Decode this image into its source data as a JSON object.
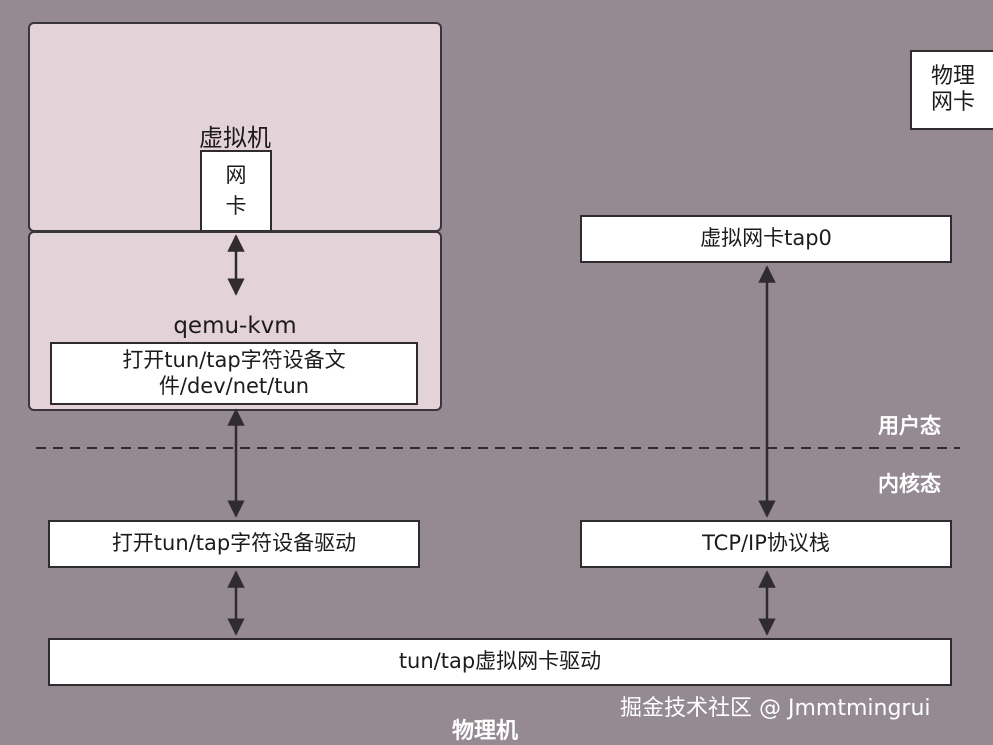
{
  "vm": {
    "title": "虚拟机",
    "nic_line1": "网",
    "nic_line2": "卡"
  },
  "qemu": {
    "title": "qemu-kvm",
    "open_file_line1": "打开tun/tap字符设备文",
    "open_file_line2": "件/dev/net/tun"
  },
  "physical_nic": {
    "line1": "物理",
    "line2": "网卡"
  },
  "tap0": "虚拟网卡tap0",
  "user_space": "用户态",
  "kernel_space": "内核态",
  "char_driver": "打开tun/tap字符设备驱动",
  "tcpip": "TCP/IP协议栈",
  "tun_driver": "tun/tap虚拟网卡驱动",
  "watermark": "掘金技术社区 @ Jmmtmingrui",
  "host": "物理机",
  "colors": {
    "background": "#958a91",
    "vm_fill": "#e3d3d9",
    "box_fill": "#ffffff",
    "line": "#2f2b2e"
  }
}
